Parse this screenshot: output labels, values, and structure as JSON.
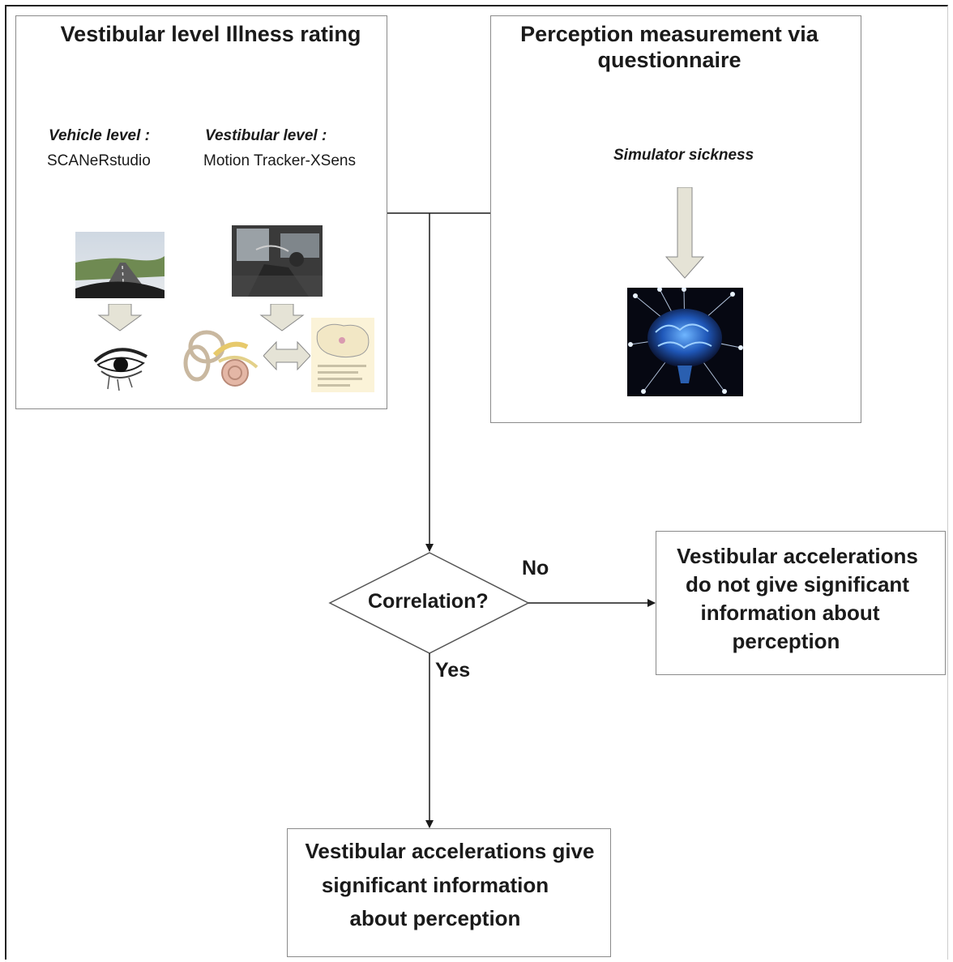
{
  "left_panel": {
    "title": "Vestibular level Illness rating",
    "vehicle_heading": "Vehicle level :",
    "vehicle_tool": "SCANeRstudio",
    "vestibular_heading": "Vestibular level :",
    "vestibular_tool": "Motion Tracker-XSens"
  },
  "right_panel": {
    "title_line1": "Perception measurement via",
    "title_line2": "questionnaire",
    "subtitle": "Simulator sickness"
  },
  "decision": {
    "question": "Correlation?",
    "no_label": "No",
    "yes_label": "Yes"
  },
  "outcome_no": {
    "line1": "Vestibular accelerations",
    "line2": "do not give significant",
    "line3": "information about",
    "line4": "perception"
  },
  "outcome_yes": {
    "line1": "Vestibular accelerations give",
    "line2": "significant information",
    "line3": "about perception"
  },
  "icons": {
    "simulator_photo": "road-simulator-image",
    "tracker_photo": "car-interior-image",
    "eye": "eye-sketch-image",
    "inner_ear": "inner-ear-image",
    "brain_map": "brain-map-image",
    "brain": "glowing-brain-image"
  }
}
